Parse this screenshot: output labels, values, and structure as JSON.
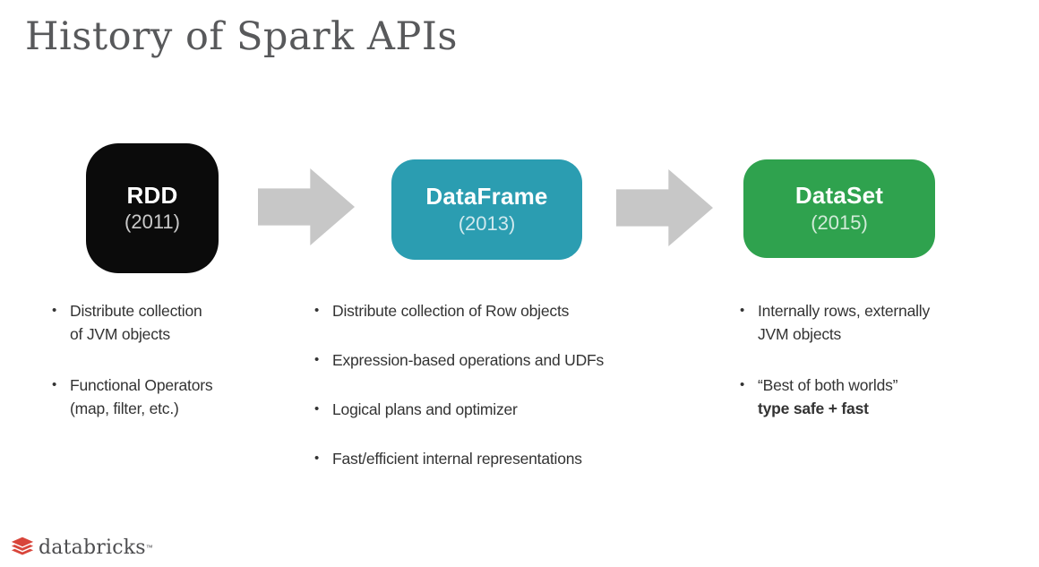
{
  "title": "History of Spark APIs",
  "colors": {
    "rdd_box": "#0b0b0b",
    "dataframe_box": "#2b9db1",
    "dataset_box": "#2fa24e",
    "arrow": "#c7c7c7",
    "logo_red": "#d8453a",
    "title_gray": "#58595b"
  },
  "flow": {
    "nodes": [
      {
        "label": "RDD",
        "year": "(2011)"
      },
      {
        "label": "DataFrame",
        "year": "(2013)"
      },
      {
        "label": "DataSet",
        "year": "(2015)"
      }
    ]
  },
  "columns": [
    {
      "items": [
        {
          "lines": [
            "Distribute collection",
            "of JVM objects"
          ]
        },
        {
          "lines": [
            "Functional Operators",
            "(map, filter, etc.)"
          ]
        }
      ]
    },
    {
      "items": [
        {
          "lines": [
            "Distribute collection of Row objects"
          ]
        },
        {
          "lines": [
            "Expression-based operations and UDFs"
          ]
        },
        {
          "lines": [
            "Logical plans and optimizer"
          ]
        },
        {
          "lines": [
            "Fast/efficient internal representations"
          ]
        }
      ]
    },
    {
      "items": [
        {
          "lines": [
            "Internally rows, externally",
            "JVM objects"
          ]
        },
        {
          "lines": [
            "“Best of both worlds”",
            "type safe + fast"
          ]
        }
      ]
    }
  ],
  "logo": {
    "text": "databricks",
    "trademark": "™"
  }
}
